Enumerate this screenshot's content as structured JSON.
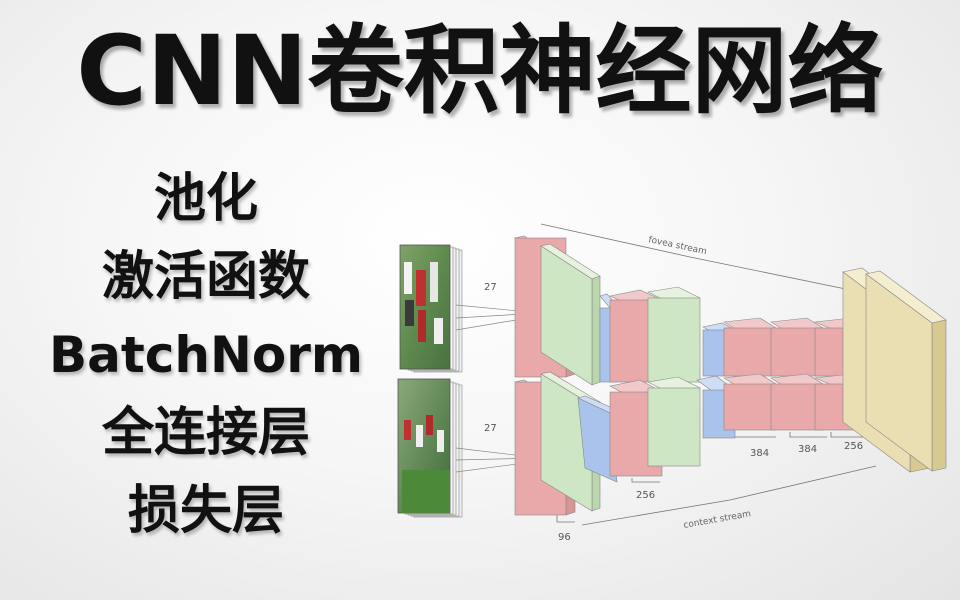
{
  "title": "CNN卷积神经网络",
  "topics": [
    "池化",
    "激活函数",
    "BatchNorm",
    "全连接层",
    "损失层"
  ],
  "diagram": {
    "top_stream_label": "fovea stream",
    "bottom_stream_label": "context stream",
    "input_size_top": "27",
    "input_size_bottom": "27",
    "filters_first": "96",
    "filters_second": "256",
    "filters_third": "384",
    "filters_fourth": "384",
    "filters_fifth": "256",
    "colors": {
      "conv": "#e9a8aa",
      "norm": "#cfe6c4",
      "pool": "#a9c3ec",
      "fc": "#eadfb2"
    }
  }
}
